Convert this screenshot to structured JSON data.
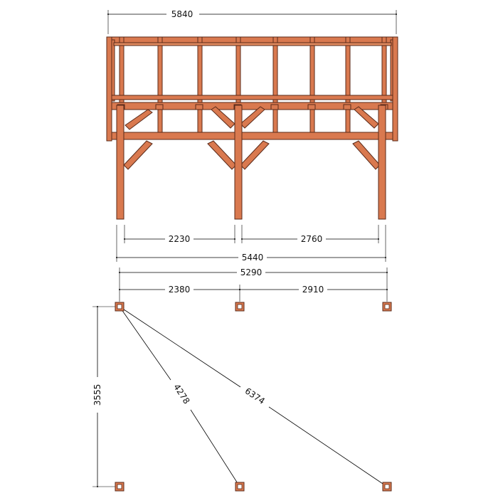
{
  "elevation": {
    "dims": {
      "overall_top": "5840",
      "span_left": "2230",
      "span_right": "2760",
      "overall_posts": "5440"
    }
  },
  "plan": {
    "dims": {
      "overall_footings": "5290",
      "span_left": "2380",
      "span_right": "2910",
      "depth": "3555",
      "diag_short": "4278",
      "diag_long": "6374"
    }
  },
  "colors": {
    "timber": "#d9794f",
    "timber_outline": "#5a2a1a",
    "dimension_lines": "#000000"
  }
}
